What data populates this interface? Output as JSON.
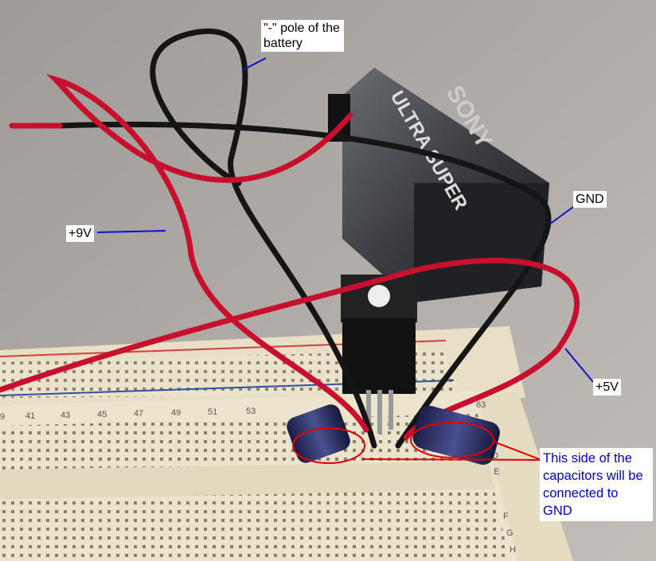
{
  "annotations": {
    "battery_negative": "\"-\" pole of the battery",
    "gnd": "GND",
    "plus_9v": "+9V",
    "plus_5v": "+5V",
    "capacitor_note": "This side of the capacitors will be connected to GND"
  },
  "photo": {
    "battery_brand": "SONY",
    "battery_model": "ULTRA SUPER",
    "breadboard_columns": [
      "9",
      "41",
      "43",
      "45",
      "47",
      "49",
      "51",
      "53",
      "63"
    ],
    "breadboard_rows": [
      "D",
      "E",
      "F",
      "G",
      "H"
    ]
  },
  "colors": {
    "annotation_line": "#1010cc",
    "highlight_ellipse": "#e00000",
    "red_wire": "#c8102e",
    "black_wire": "#151515"
  }
}
